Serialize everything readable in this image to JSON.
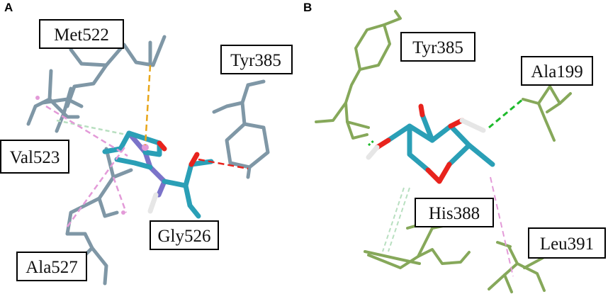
{
  "panels": [
    {
      "letter": "A",
      "residues": [
        "Met522",
        "Tyr385",
        "Val523",
        "Gly526",
        "Ala527"
      ]
    },
    {
      "letter": "B",
      "residues": [
        "Tyr385",
        "Ala199",
        "His388",
        "Leu391"
      ]
    }
  ],
  "colors": {
    "residue_a": "#7f97a6",
    "residue_b": "#86a85a",
    "ligand_carbon": "#2a9fb6",
    "oxygen": "#e8231d",
    "nitrogen": "#7b73c9",
    "hydrogen": "#e6e6e6",
    "hbond": "#1dba2b",
    "pi_sulfur": "#e8a61a",
    "pi_alkyl": "#e39ad8",
    "carbon_hbond": "#b8dfc0",
    "unfavorable": "#e8231d"
  }
}
